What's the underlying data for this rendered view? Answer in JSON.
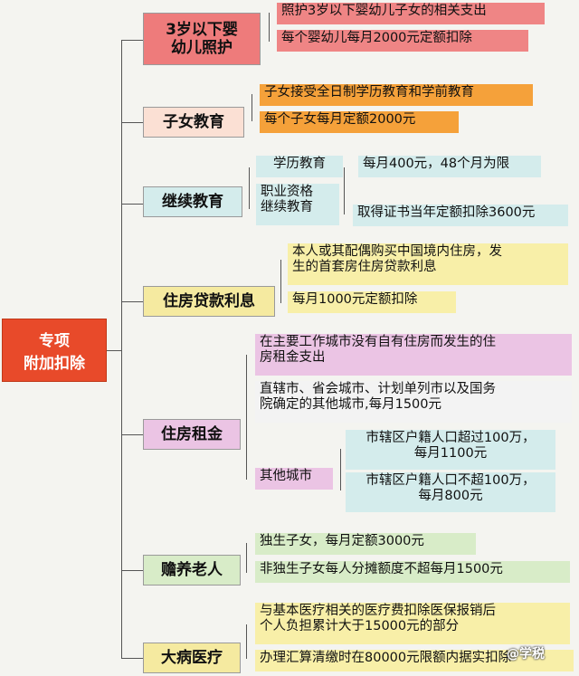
{
  "root": {
    "line1": "专项",
    "line2": "附加扣除"
  },
  "categories": [
    {
      "line1": "3岁以下婴",
      "line2": "幼儿照护",
      "items": [
        "照护3岁以下婴幼儿子女的相关支出",
        "每个婴幼儿每月2000元定额扣除"
      ]
    },
    {
      "label": "子女教育",
      "items": [
        "子女接受全日制学历教育和学前教育",
        "每个子女每月定额2000元"
      ]
    },
    {
      "label": "继续教育",
      "items": [
        "学历教育",
        "每月400元，48个月为限",
        "职业资格",
        "继续教育",
        "取得证书当年定额扣除3600元"
      ]
    },
    {
      "label": "住房贷款利息",
      "items": [
        "本人或其配偶购买中国境内住房，发",
        "生的首套房住房贷款利息",
        "每月1000元定额扣除"
      ]
    },
    {
      "label": "住房租金",
      "items": [
        "在主要工作城市没有自有住房而发生的住",
        "房租金支出",
        "直辖市、省会城市、计划单列市以及国务",
        "院确定的其他城市,每月1500元",
        "其他城市",
        "市辖区户籍人口超过100万，",
        "每月1100元",
        "市辖区户籍人口不超100万，",
        "每月800元"
      ]
    },
    {
      "label": "赡养老人",
      "items": [
        "独生子女，每月定额3000元",
        "非独生子女每人分摊额度不超每月1500元"
      ]
    },
    {
      "label": "大病医疗",
      "items": [
        "与基本医疗相关的医疗费扣除医保报销后",
        "个人负担累计大于15000元的部分",
        "办理汇算清缴时在80000元限额内据实扣除"
      ]
    }
  ],
  "watermark": "@学税"
}
